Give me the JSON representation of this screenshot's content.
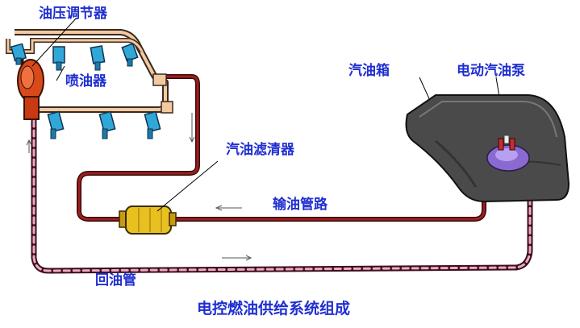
{
  "diagram": {
    "labels": {
      "pressure_regulator": "油压调节器",
      "injector": "喷油器",
      "fuel_tank": "汽油箱",
      "electric_pump": "电动汽油泵",
      "fuel_filter": "汽油滤清器",
      "supply_line": "输油管路",
      "return_line": "回油管"
    },
    "caption": "电控燃油供给系统组成"
  },
  "colors": {
    "label_text": "#1f2fd0",
    "supply_pipe": "#7a1010",
    "return_pipe_stripe": "#f0a8c0",
    "injector": "#2fa8d8",
    "fuel_rail": "#f2c9a0",
    "regulator": "#d84a1c",
    "filter": "#e8c020",
    "tank": "#4a4a4a",
    "pump": "#8a6ad0"
  }
}
